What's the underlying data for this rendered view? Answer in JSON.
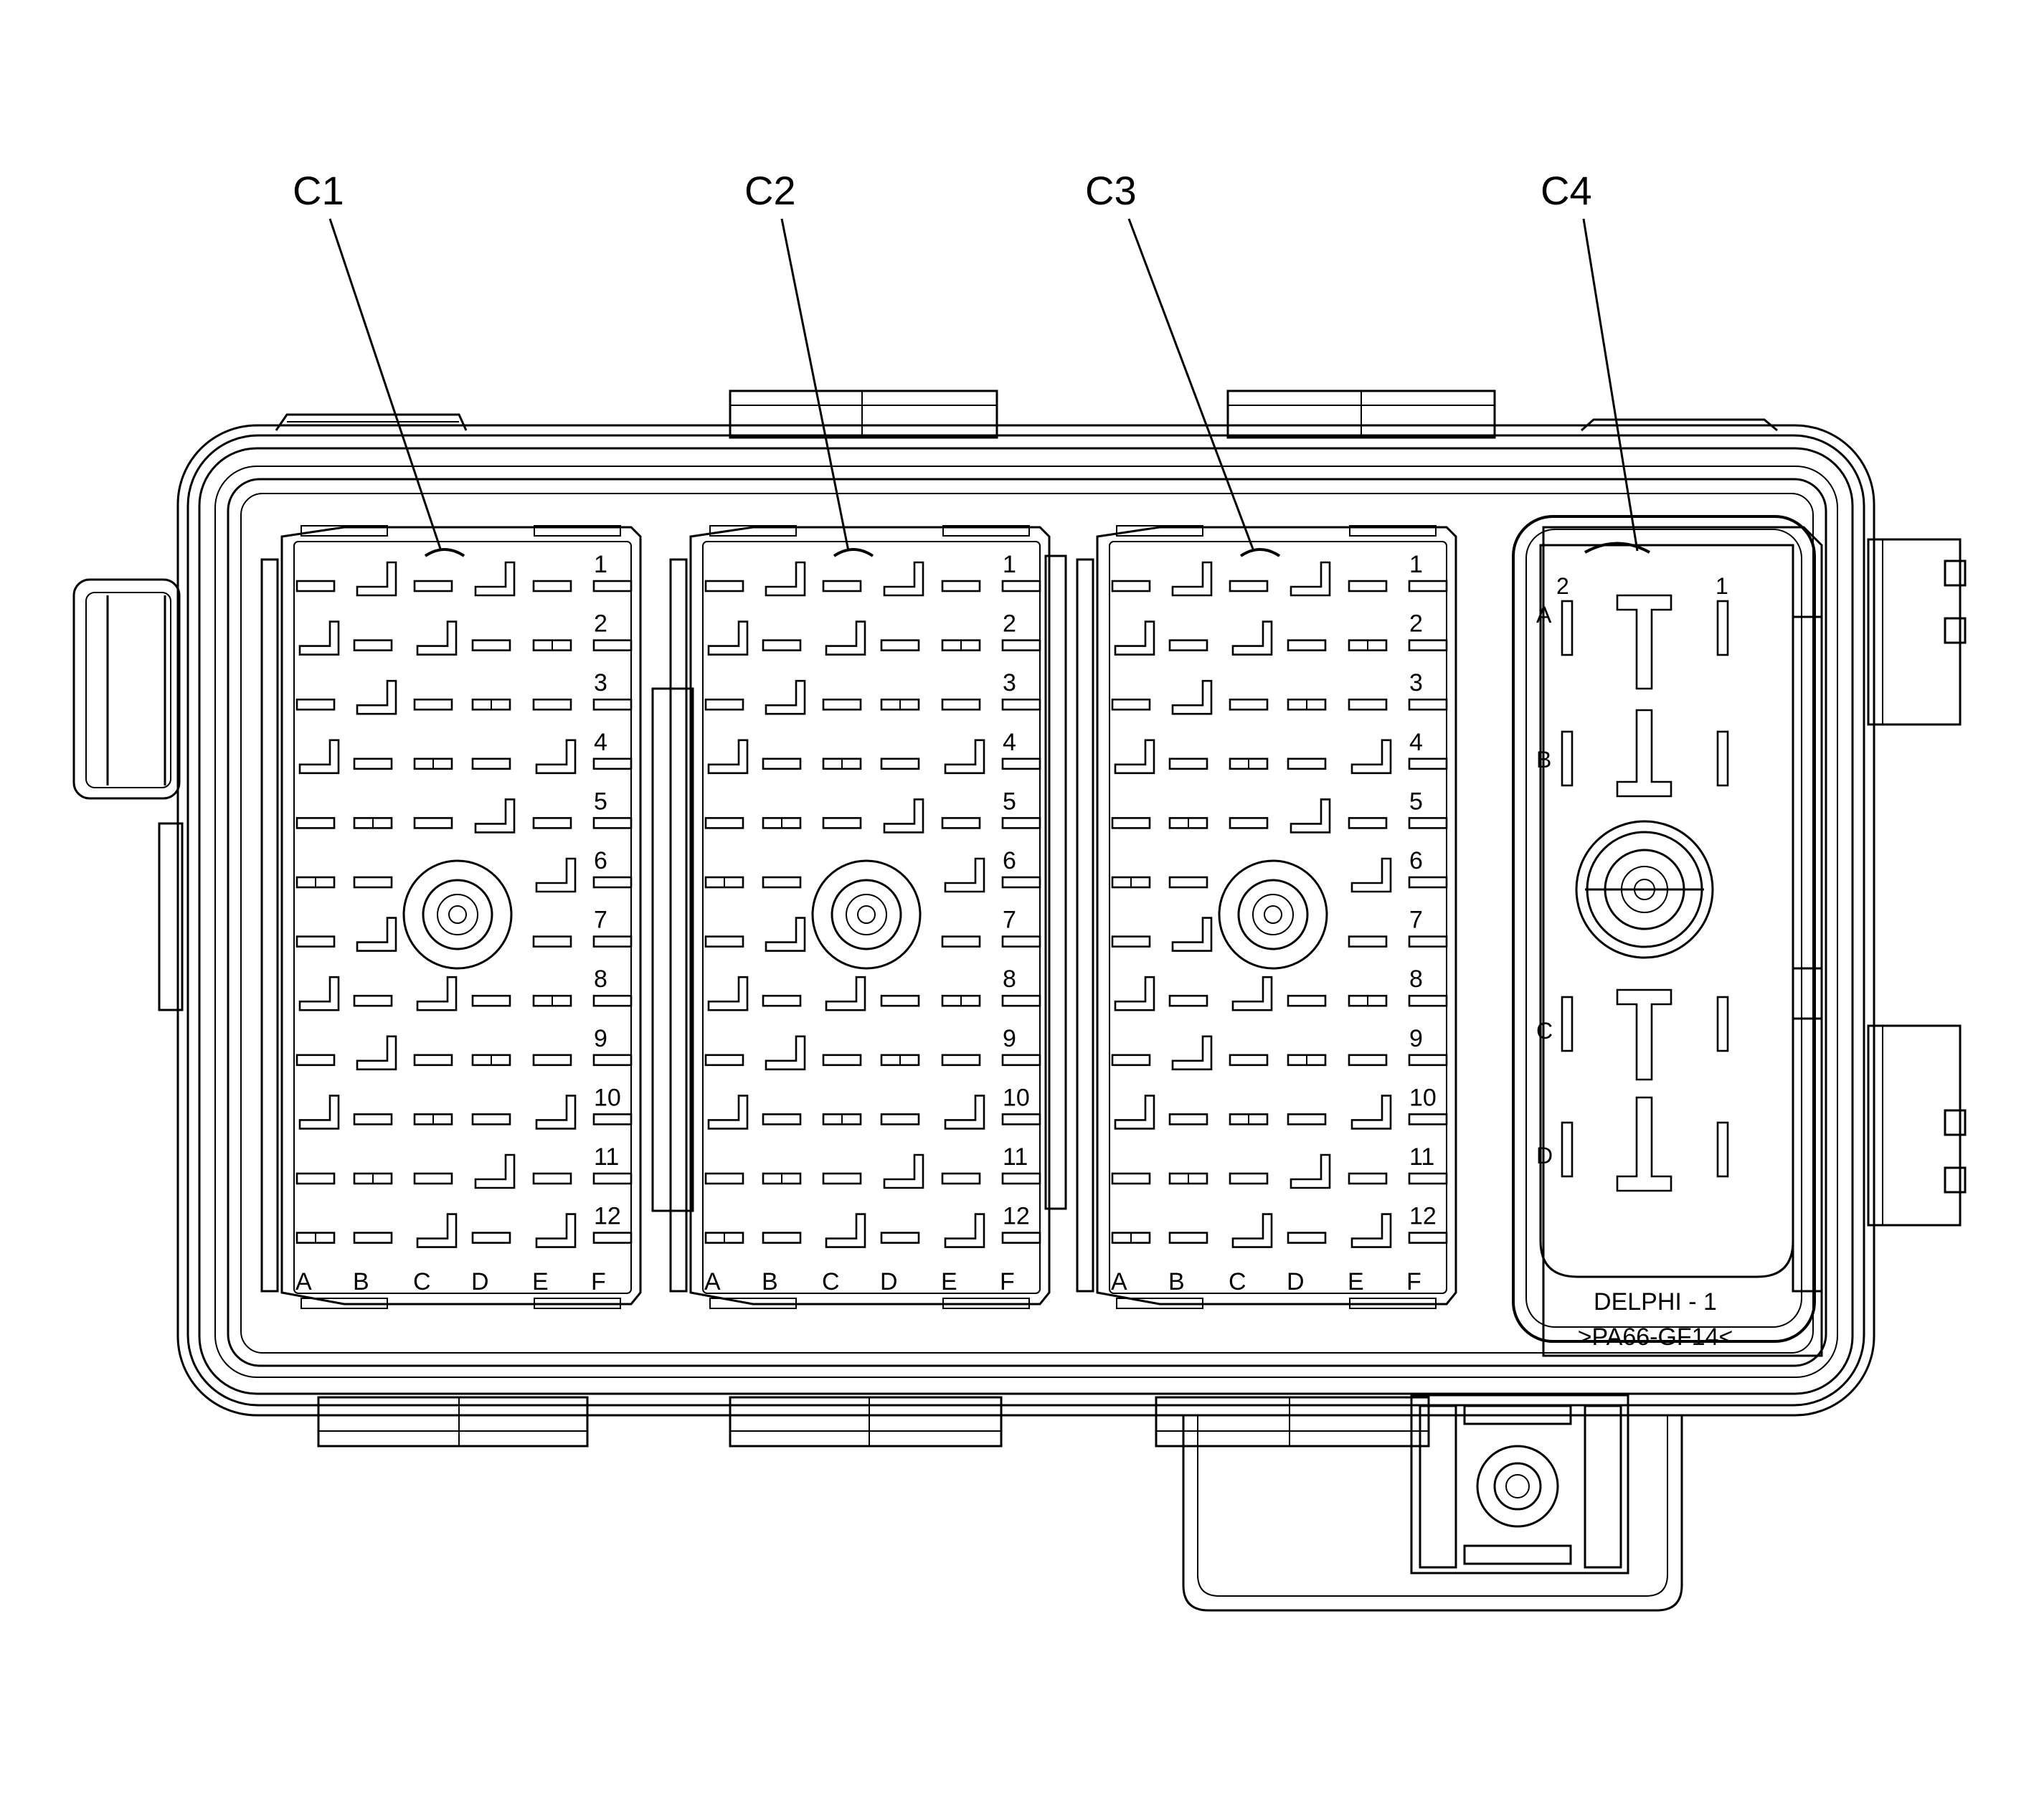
{
  "callouts": [
    "C1",
    "C2",
    "C3",
    "C4"
  ],
  "connector_rows": [
    "1",
    "2",
    "3",
    "4",
    "5",
    "6",
    "7",
    "8",
    "9",
    "10",
    "11",
    "12"
  ],
  "connector_columns": [
    "A",
    "B",
    "C",
    "D",
    "E",
    "F"
  ],
  "c4": {
    "pin_top_left": "2",
    "pin_top_right": "1",
    "rows": [
      "A",
      "B",
      "C",
      "D"
    ]
  },
  "manufacturer": {
    "line1": "DELPHI - 1",
    "line2": ">PA66-GF14<"
  }
}
